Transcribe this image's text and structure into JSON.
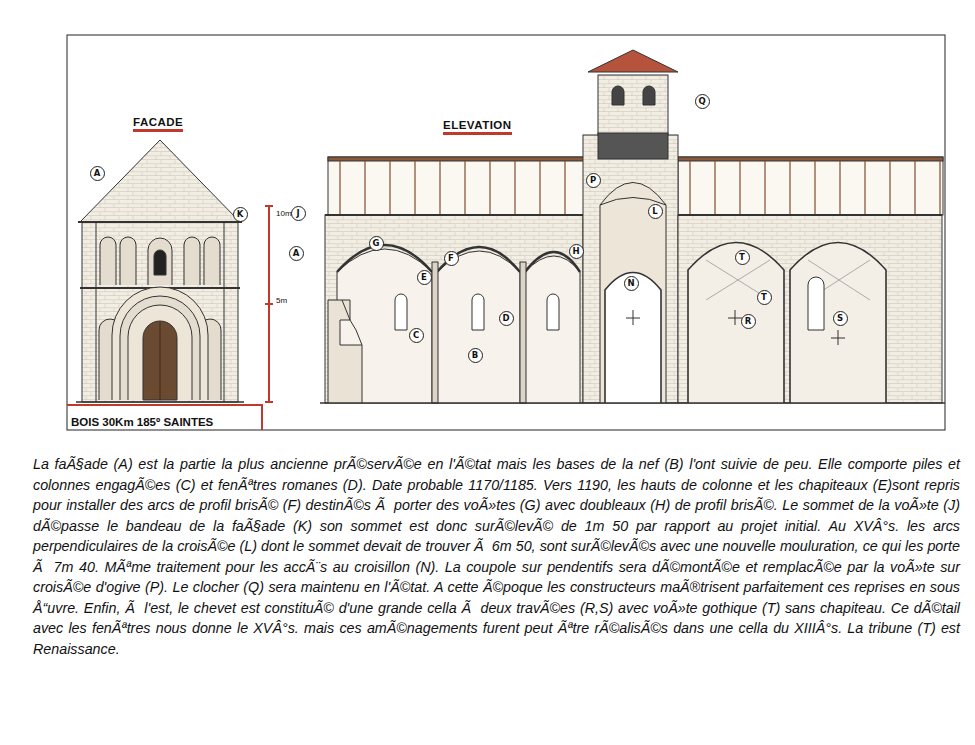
{
  "diagram": {
    "caption": "La faÃ§ade (A) est la partie la plus ancienne prÃ©servÃ©e en l'Ã©tat mais les bases de la nef (B) l'ont suivie de peu. Elle comporte piles et colonnes engagÃ©es (C) et fenÃªtres romanes (D). Date probable 1170/1185. Vers 1190, les hauts de colonne et les chapiteaux (E)sont repris pour installer des arcs de profil brisÃ© (F) destinÃ©s Ã  porter des voÃ»tes (G) avec doubleaux (H) de profil brisÃ©. Le sommet de la voÃ»te (J) dÃ©passe le bandeau de la faÃ§ade (K) son sommet est donc surÃ©levÃ© de 1m 50 par rapport au projet initial. Au XVÂ°s. les arcs perpendiculaires de la croisÃ©e (L) dont le sommet devait de trouver Ã  6m 50, sont surÃ©levÃ©s avec une nouvelle mouluration, ce qui les porte Ã  7m 40. MÃªme traitement pour les accÃ¨s au croisillon (N). La coupole sur pendentifs sera dÃ©montÃ©e et remplacÃ©e par la voÃ»te sur croisÃ©e d'ogive (P). Le clocher (Q) sera maintenu en l'Ã©tat. A cette Ã©poque les constructeurs maÃ®trisent parfaitement ces reprises en sous Å“uvre. Enfin, Ã  l'est, le chevet est constituÃ© d'une grande cella Ã  deux travÃ©es (R,S) avec voÃ»te gothique (T) sans chapiteau. Ce dÃ©tail avec les fenÃªtres nous donne le XVÂ°s. mais ces amÃ©nagements furent peut Ãªtre rÃ©alisÃ©s dans une cella du XIIIÂ°s. La tribune (T) est Renaissance.",
    "nodes": [
      {
        "text": [
          "A"
        ]
      },
      {
        "text": [
          "K"
        ]
      },
      {
        "text": [
          "J"
        ]
      },
      {
        "text": [
          "A"
        ]
      },
      {
        "text": [
          "G"
        ]
      },
      {
        "text": [
          "F"
        ]
      },
      {
        "text": [
          "E"
        ]
      },
      {
        "text": [
          "C"
        ]
      },
      {
        "text": [
          "B"
        ]
      },
      {
        "text": [
          "D"
        ]
      },
      {
        "text": [
          "H"
        ]
      },
      {
        "text": [
          "P"
        ]
      },
      {
        "text": [
          "Q"
        ]
      },
      {
        "text": [
          "L"
        ]
      },
      {
        "text": [
          "N"
        ]
      },
      {
        "text": [
          "T"
        ]
      },
      {
        "text": [
          "T"
        ]
      },
      {
        "text": [
          "R"
        ]
      },
      {
        "text": [
          "S"
        ]
      }
    ],
    "labels": [
      "FACADE",
      "ELEVATION",
      "10m",
      "5m",
      "BOIS 30Km 185º SAINTES"
    ]
  }
}
